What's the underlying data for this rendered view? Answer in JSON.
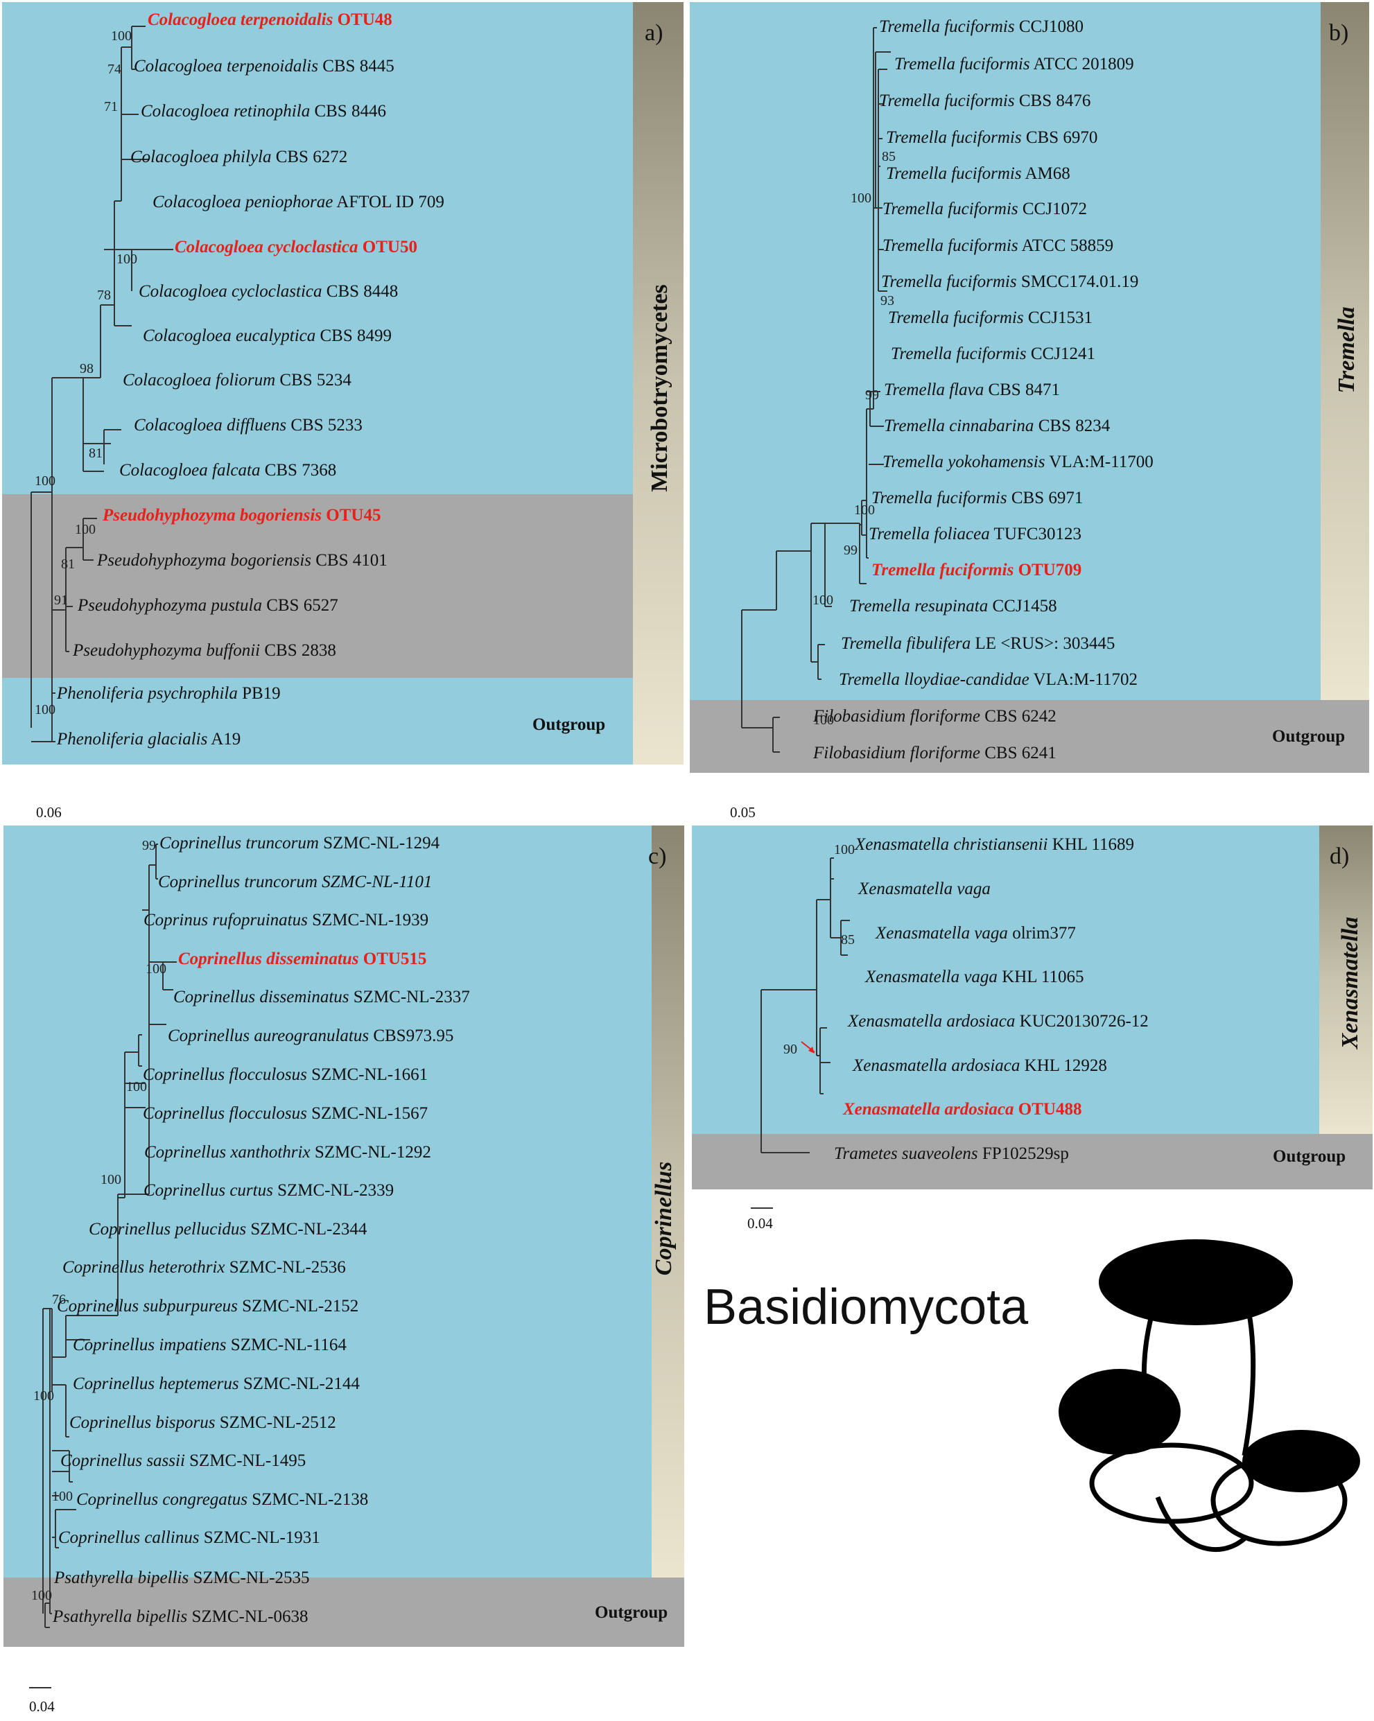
{
  "logo": {
    "title": "Basidiomycota"
  },
  "panels": {
    "a": {
      "label": "a)",
      "clade": "Microbotryomycetes",
      "outgroup": "Outgroup",
      "scale": "0.06",
      "taxa": [
        {
          "genus": "Colacogloea terpenoidalis",
          "strain": "OTU48",
          "hl": true
        },
        {
          "genus": "Colacogloea terpenoidalis",
          "strain": "CBS 8445"
        },
        {
          "genus": "Colacogloea retinophila",
          "strain": "CBS 8446"
        },
        {
          "genus": "Colacogloea philyla",
          "strain": "CBS 6272"
        },
        {
          "genus": "Colacogloea peniophorae",
          "strain": "AFTOL ID 709"
        },
        {
          "genus": "Colacogloea cycloclastica",
          "strain": "OTU50",
          "hl": true
        },
        {
          "genus": "Colacogloea cycloclastica",
          "strain": "CBS 8448"
        },
        {
          "genus": "Colacogloea eucalyptica",
          "strain": "CBS 8499"
        },
        {
          "genus": "Colacogloea foliorum",
          "strain": "CBS 5234"
        },
        {
          "genus": "Colacogloea diffluens",
          "strain": "CBS 5233"
        },
        {
          "genus": "Colacogloea falcata",
          "strain": "CBS 7368"
        },
        {
          "genus": "Pseudohyphozyma bogoriensis",
          "strain": "OTU45",
          "hl": true
        },
        {
          "genus": "Pseudohyphozyma bogoriensis",
          "strain": "CBS 4101"
        },
        {
          "genus": "Pseudohyphozyma pustula",
          "strain": "CBS 6527"
        },
        {
          "genus": "Pseudohyphozyma buffonii",
          "strain": "CBS 2838"
        },
        {
          "genus": "Phenoliferia psychrophila",
          "strain": "PB19"
        },
        {
          "genus": "Phenoliferia glacialis",
          "strain": "A19"
        }
      ],
      "boots": [
        "100",
        "74",
        "71",
        "100",
        "78",
        "98",
        "81",
        "100",
        "100",
        "81",
        "91",
        "100"
      ]
    },
    "b": {
      "label": "b)",
      "clade": "Tremella",
      "outgroup": "Outgroup",
      "scale": "0.05",
      "taxa": [
        {
          "genus": "Tremella fuciformis",
          "strain": "CCJ1080"
        },
        {
          "genus": "Tremella fuciformis",
          "strain": "ATCC 201809"
        },
        {
          "genus": "Tremella fuciformis",
          "strain": "CBS 8476"
        },
        {
          "genus": "Tremella fuciformis",
          "strain": "CBS 6970"
        },
        {
          "genus": "Tremella fuciformis",
          "strain": "AM68"
        },
        {
          "genus": "Tremella fuciformis",
          "strain": "CCJ1072"
        },
        {
          "genus": "Tremella fuciformis",
          "strain": "ATCC 58859"
        },
        {
          "genus": "Tremella fuciformis",
          "strain": "SMCC174.01.19"
        },
        {
          "genus": "Tremella fuciformis",
          "strain": "CCJ1531"
        },
        {
          "genus": "Tremella fuciformis",
          "strain": "CCJ1241"
        },
        {
          "genus": "Tremella flava",
          "strain": "CBS 8471"
        },
        {
          "genus": "Tremella cinnabarina",
          "strain": "CBS 8234"
        },
        {
          "genus": "Tremella yokohamensis",
          "strain": "VLA:M-11700"
        },
        {
          "genus": "Tremella fuciformis",
          "strain": "CBS 6971"
        },
        {
          "genus": "Tremella foliacea",
          "strain": "TUFC30123"
        },
        {
          "genus": "Tremella fuciformis",
          "strain": "OTU709",
          "hl": true
        },
        {
          "genus": "Tremella resupinata",
          "strain": "CCJ1458"
        },
        {
          "genus": "Tremella fibulifera",
          "strain": "LE <RUS>: 303445"
        },
        {
          "genus": "Tremella lloydiae-candidae",
          "strain": "VLA:M-11702"
        },
        {
          "genus": "Filobasidium floriforme",
          "strain": "CBS 6242"
        },
        {
          "genus": "Filobasidium floriforme",
          "strain": "CBS 6241"
        }
      ],
      "boots": [
        "85",
        "100",
        "93",
        "99",
        "100",
        "99",
        "100",
        "100"
      ]
    },
    "c": {
      "label": "c)",
      "clade": "Coprinellus",
      "outgroup": "Outgroup",
      "scale": "0.04",
      "taxa": [
        {
          "genus": "Coprinellus truncorum",
          "strain": "SZMC-NL-1294"
        },
        {
          "genus": "Coprinellus truncorum",
          "strain": "SZMC-NL-1101",
          "allItal": true
        },
        {
          "genus": "Coprinus rufopruinatus",
          "strain": "SZMC-NL-1939"
        },
        {
          "genus": "Coprinellus disseminatus",
          "strain": "OTU515",
          "hl": true
        },
        {
          "genus": "Coprinellus disseminatus",
          "strain": "SZMC-NL-2337"
        },
        {
          "genus": "Coprinellus aureogranulatus",
          "strain": "CBS973.95"
        },
        {
          "genus": "Coprinellus flocculosus",
          "strain": "SZMC-NL-1661"
        },
        {
          "genus": "Coprinellus flocculosus",
          "strain": "SZMC-NL-1567"
        },
        {
          "genus": "Coprinellus xanthothrix",
          "strain": "SZMC-NL-1292"
        },
        {
          "genus": "Coprinellus curtus",
          "strain": "SZMC-NL-2339"
        },
        {
          "genus": "Coprinellus pellucidus",
          "strain": "SZMC-NL-2344"
        },
        {
          "genus": "Coprinellus heterothrix",
          "strain": "SZMC-NL-2536"
        },
        {
          "genus": "Coprinellus subpurpureus",
          "strain": "SZMC-NL-2152"
        },
        {
          "genus": "Coprinellus impatiens",
          "strain": "SZMC-NL-1164"
        },
        {
          "genus": "Coprinellus heptemerus",
          "strain": "SZMC-NL-2144"
        },
        {
          "genus": "Coprinellus bisporus",
          "strain": "SZMC-NL-2512"
        },
        {
          "genus": "Coprinellus sassii",
          "strain": "SZMC-NL-1495"
        },
        {
          "genus": "Coprinellus congregatus",
          "strain": "SZMC-NL-2138"
        },
        {
          "genus": "Coprinellus callinus",
          "strain": "SZMC-NL-1931"
        },
        {
          "genus": "Psathyrella bipellis",
          "strain": "SZMC-NL-2535"
        },
        {
          "genus": "Psathyrella bipellis",
          "strain": "SZMC-NL-0638"
        }
      ],
      "boots": [
        "99",
        "100",
        "100",
        "100",
        "76",
        "100",
        "100",
        "100"
      ]
    },
    "d": {
      "label": "d)",
      "clade": "Xenasmatella",
      "outgroup": "Outgroup",
      "scale": "0.04",
      "taxa": [
        {
          "genus": "Xenasmatella christiansenii",
          "strain": "KHL 11689"
        },
        {
          "genus": "Xenasmatella vaga",
          "strain": ""
        },
        {
          "genus": "Xenasmatella vaga",
          "strain": "olrim377"
        },
        {
          "genus": "Xenasmatella vaga",
          "strain": "KHL 11065"
        },
        {
          "genus": "Xenasmatella ardosiaca",
          "strain": "KUC20130726-12"
        },
        {
          "genus": "Xenasmatella ardosiaca",
          "strain": "KHL 12928"
        },
        {
          "genus": "Xenasmatella ardosiaca",
          "strain": "OTU488",
          "hl": true
        },
        {
          "genus": "Trametes suaveolens",
          "strain": "FP102529sp"
        }
      ],
      "boots": [
        "100",
        "85",
        "90"
      ]
    }
  }
}
